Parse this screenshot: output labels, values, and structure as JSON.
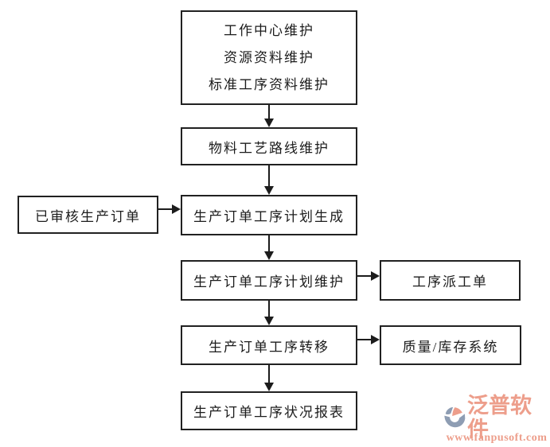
{
  "diagram": {
    "nodes": {
      "master_data": {
        "lines": [
          "工作中心维护",
          "资源资料维护",
          "标准工序资料维护"
        ]
      },
      "routing": {
        "label": "物料工艺路线维护"
      },
      "approved_order": {
        "label": "已审核生产订单"
      },
      "plan_generate": {
        "label": "生产订单工序计划生成"
      },
      "plan_maintain": {
        "label": "生产订单工序计划维护"
      },
      "dispatch_sheet": {
        "label": "工序派工单"
      },
      "transfer": {
        "label": "生产订单工序转移"
      },
      "quality_inventory": {
        "label": "质量/库存系统"
      },
      "status_report": {
        "label": "生产订单工序状况报表"
      }
    },
    "edges": [
      {
        "from": "master_data",
        "to": "routing"
      },
      {
        "from": "routing",
        "to": "plan_generate"
      },
      {
        "from": "approved_order",
        "to": "plan_generate"
      },
      {
        "from": "plan_generate",
        "to": "plan_maintain"
      },
      {
        "from": "plan_maintain",
        "to": "dispatch_sheet"
      },
      {
        "from": "plan_maintain",
        "to": "transfer"
      },
      {
        "from": "transfer",
        "to": "quality_inventory"
      },
      {
        "from": "transfer",
        "to": "status_report"
      }
    ]
  },
  "logo": {
    "brand": "泛普软件",
    "url": "www.fanpusoft.com",
    "colors": {
      "salmon": "#ed9e8b",
      "gray_blue": "#8e9db3"
    }
  }
}
